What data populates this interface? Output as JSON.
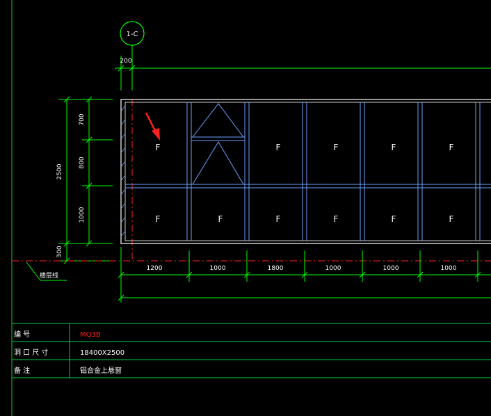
{
  "grid_axis": {
    "label": "1-C"
  },
  "dims": {
    "top_offset": "200",
    "vertical_total": "2500",
    "vertical_parts": [
      "700",
      "800",
      "1000"
    ],
    "sill": "300",
    "horizontal_parts": [
      "1200",
      "1000",
      "1800",
      "1000",
      "1000",
      "1000"
    ]
  },
  "floor_line_label": "楼层线",
  "panel_label": "F",
  "info_table": {
    "rows": [
      {
        "label": "编      号",
        "value": "MQ3B",
        "value_color": "#ff2020"
      },
      {
        "label": "洞   口   尺   寸",
        "value": "18400X2500",
        "value_color": "#ffffff"
      },
      {
        "label": "备      注",
        "value": "铝合金上悬窗",
        "value_color": "#ffffff"
      }
    ]
  },
  "colors": {
    "dimension": "#00ff00",
    "frame": "#ffffff",
    "mullion": "#6aa0ff",
    "axis": "#ff2020",
    "border": "#00cc33"
  }
}
